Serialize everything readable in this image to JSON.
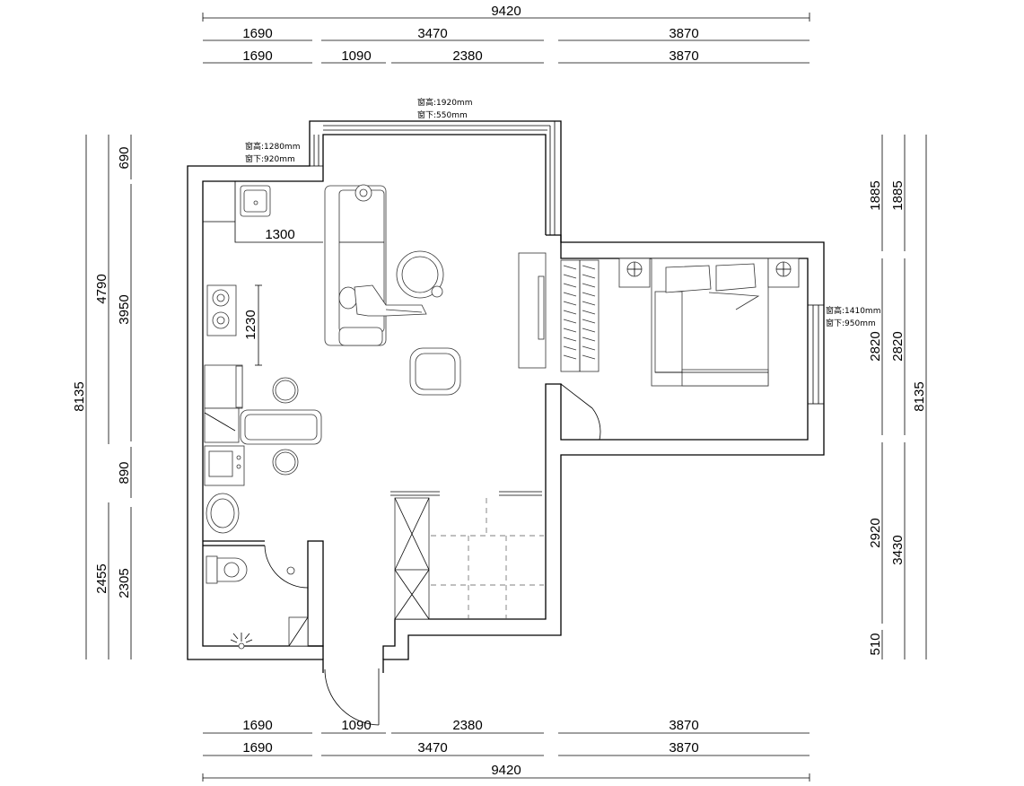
{
  "dimensions": {
    "top": {
      "total": "9420",
      "row2": [
        "1690",
        "3470",
        "3870"
      ],
      "row3": [
        "1690",
        "1090",
        "2380",
        "3870"
      ]
    },
    "bottom": {
      "row1": [
        "1690",
        "1090",
        "2380",
        "3870"
      ],
      "row2": [
        "1690",
        "3470",
        "3870"
      ],
      "total": "9420"
    },
    "left": {
      "outer": "8135",
      "mid": [
        "4790",
        "2455"
      ],
      "inner": [
        "690",
        "3950",
        "890",
        "2305"
      ]
    },
    "right": {
      "inner": [
        "1885",
        "2820",
        "2920",
        "510"
      ],
      "outer": [
        "1885",
        "2820",
        "3430"
      ],
      "total": "8135"
    },
    "interior": {
      "counter_depth": "1300",
      "stove_span": "1230"
    }
  },
  "windows": [
    {
      "height": "窗高:1920mm",
      "sill": "窗下:550mm"
    },
    {
      "height": "窗高:1280mm",
      "sill": "窗下:920mm"
    },
    {
      "height": "窗高:1410mm",
      "sill": "窗下:950mm"
    }
  ]
}
